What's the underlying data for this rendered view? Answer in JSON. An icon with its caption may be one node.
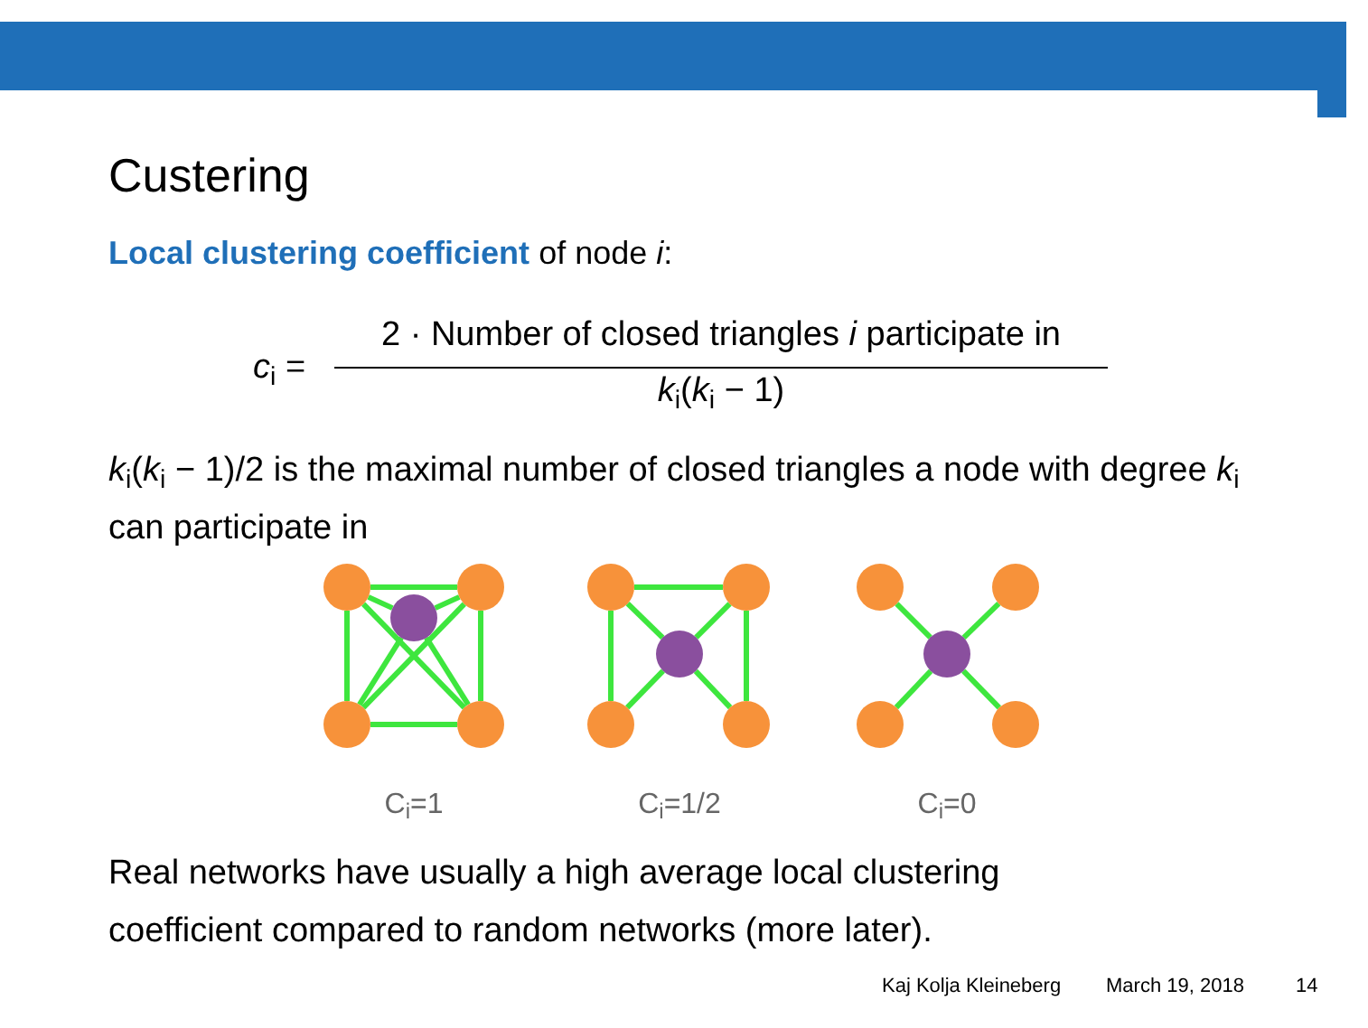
{
  "diagram": {
    "title": "Custering",
    "nodes": [
      {
        "text": [],
        "shape": "circle"
      },
      {
        "text": [],
        "shape": "circle"
      },
      {
        "text": [],
        "shape": "circle"
      },
      {
        "text": [],
        "shape": "circle"
      },
      {
        "text": [],
        "shape": "circle"
      },
      {
        "text": [],
        "shape": "circle"
      },
      {
        "text": [],
        "shape": "circle"
      },
      {
        "text": [],
        "shape": "circle"
      },
      {
        "text": [],
        "shape": "circle"
      },
      {
        "text": [],
        "shape": "circle"
      },
      {
        "text": [],
        "shape": "circle"
      },
      {
        "text": [],
        "shape": "circle"
      },
      {
        "text": [],
        "shape": "circle"
      },
      {
        "text": [],
        "shape": "circle"
      },
      {
        "text": [],
        "shape": "circle"
      }
    ],
    "edges": [
      {
        "from": 0,
        "to": 1,
        "arrow": "none"
      },
      {
        "from": 0,
        "to": 2,
        "arrow": "none"
      },
      {
        "from": 0,
        "to": 3,
        "arrow": "none"
      },
      {
        "from": 0,
        "to": 4,
        "arrow": "none"
      },
      {
        "from": 1,
        "to": 2,
        "arrow": "none"
      },
      {
        "from": 1,
        "to": 3,
        "arrow": "none"
      },
      {
        "from": 1,
        "to": 4,
        "arrow": "none"
      },
      {
        "from": 2,
        "to": 3,
        "arrow": "none"
      },
      {
        "from": 2,
        "to": 4,
        "arrow": "none"
      },
      {
        "from": 3,
        "to": 4,
        "arrow": "none"
      },
      {
        "from": 5,
        "to": 6,
        "arrow": "none"
      },
      {
        "from": 5,
        "to": 8,
        "arrow": "none"
      },
      {
        "from": 6,
        "to": 9,
        "arrow": "none"
      },
      {
        "from": 5,
        "to": 7,
        "arrow": "none"
      },
      {
        "from": 6,
        "to": 7,
        "arrow": "none"
      },
      {
        "from": 7,
        "to": 8,
        "arrow": "none"
      },
      {
        "from": 7,
        "to": 9,
        "arrow": "none"
      },
      {
        "from": 10,
        "to": 12,
        "arrow": "none"
      },
      {
        "from": 11,
        "to": 12,
        "arrow": "none"
      },
      {
        "from": 12,
        "to": 13,
        "arrow": "none"
      },
      {
        "from": 12,
        "to": 14,
        "arrow": "none"
      }
    ],
    "labels": [
      "**Local clustering coefficient** of node *i*:",
      "*c*$_{i}$ =",
      "2 · Number of closed triangles *i* participate in",
      "*k*$_{i}$(*k*$_{i}$ − 1)",
      "*k*$_{i}$(*k*$_{i}$ − 1)/2 is the maximal number of closed triangles a node with degree *k*$_{i}$ can participate in",
      "C$_{i}$=1",
      "C$_{i}$=1/2",
      "C$_{i}$=0",
      "Real networks have usually a high average local clustering coefficient compared to random networks (more later).",
      "Kaj Kolja Kleineberg",
      "March 19, 2018",
      "14"
    ]
  }
}
